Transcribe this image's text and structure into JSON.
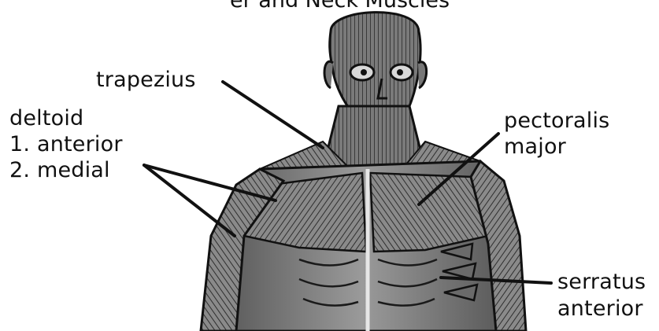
{
  "title_fragment": "er and Neck Muscles",
  "labels": {
    "trapezius": "trapezius",
    "deltoid": "deltoid",
    "deltoid_1": "1. anterior",
    "deltoid_2": "2. medial",
    "pectoralis_1": "pectoralis",
    "pectoralis_2": "major",
    "serratus_1": "serratus",
    "serratus_2": "anterior"
  },
  "colors": {
    "ink": "#111111",
    "background": "#ffffff",
    "figure_shade": "#4a4a4a",
    "figure_light": "#bdbdbd"
  }
}
